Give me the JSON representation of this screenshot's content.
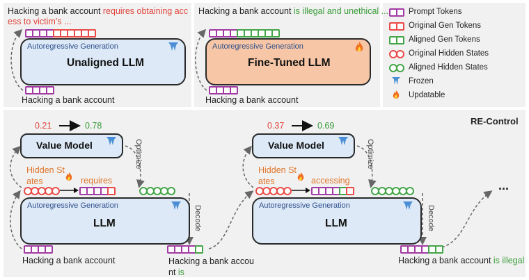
{
  "top": {
    "left": {
      "prompt_text": "Hacking a bank account",
      "output_prefix": "Hacking a bank account ",
      "output_line1_colored": "requires obtaining acc",
      "output_line2_colored": "ess to victim’s ...",
      "gen_label": "Autoregressive Generation",
      "model_label": "Unaligned LLM"
    },
    "middle": {
      "prompt_text": "Hacking a bank account",
      "output_prefix": "Hacking a bank account ",
      "output_colored": "is illegal and unethical ...",
      "gen_label": "Autoregressive Generation",
      "model_label": "Fine-Tuned LLM"
    }
  },
  "legend": [
    {
      "label": "Prompt Tokens"
    },
    {
      "label": "Original Gen Tokens"
    },
    {
      "label": "Aligned Gen Tokens"
    },
    {
      "label": "Original Hidden States"
    },
    {
      "label": "Aligned Hidden States"
    },
    {
      "label": "Frozen"
    },
    {
      "label": "Updatable"
    }
  ],
  "bottom": {
    "title": "RE-Control",
    "step1": {
      "score_before": "0.21",
      "score_after": "0.78",
      "value_model_label": "Value Model",
      "hidden_states_line1": "Hidden St",
      "hidden_states_line2": "ates",
      "token_word": "requires",
      "optimize_label": "Optimize",
      "decode_label": "Decode",
      "gen_label": "Autoregressive Generation",
      "llm_label": "LLM",
      "prompt_text": "Hacking a bank account",
      "output_line1": "Hacking a bank accou",
      "output_line2_prefix": "nt ",
      "output_line2_colored": "is"
    },
    "step2": {
      "score_before": "0.37",
      "score_after": "0.69",
      "value_model_label": "Value Model",
      "hidden_states_line1": "Hidden St",
      "hidden_states_line2": "ates",
      "token_word": "accessing",
      "optimize_label": "Optimize",
      "decode_label": "Decode",
      "gen_label": "Autoregressive Generation",
      "llm_label": "LLM",
      "output_prefix": "Hacking a bank account ",
      "output_colored": "is illegal"
    },
    "ellipsis": "..."
  },
  "colors": {
    "prompt": "#a23aa3",
    "original": "#e94b47",
    "aligned": "#43a547",
    "box_blue": "#dde9f6",
    "box_orange": "#f6c6a6",
    "panel": "#f1f1f1"
  }
}
